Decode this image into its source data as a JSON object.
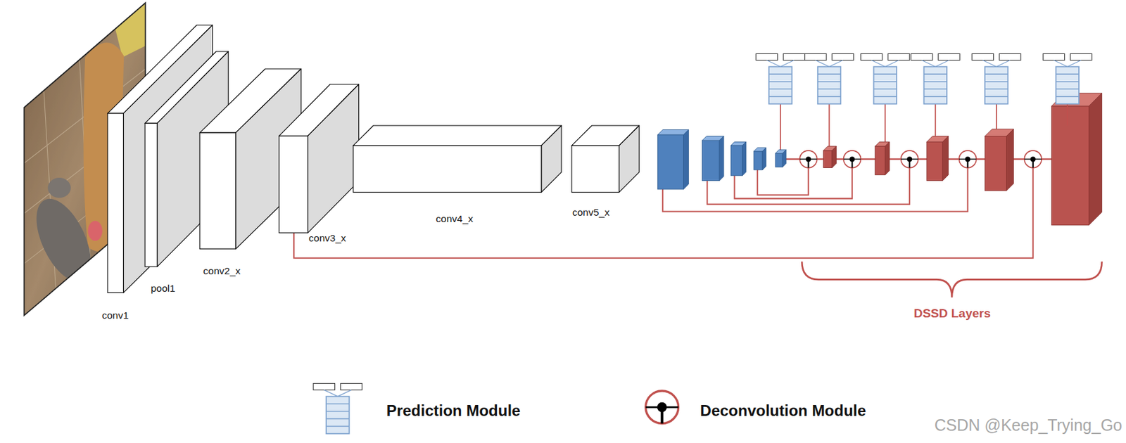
{
  "diagram": {
    "nodes": [
      {
        "text": [
          "conv1"
        ]
      },
      {
        "text": [
          "pool1"
        ]
      },
      {
        "text": [
          "conv2_x"
        ]
      },
      {
        "text": [
          "conv3_x"
        ]
      },
      {
        "text": [
          "conv4_x"
        ]
      },
      {
        "text": [
          "conv5_x"
        ]
      }
    ],
    "labels": [
      "DSSD Layers",
      "CSDN @Keep_Trying_Go"
    ],
    "legend": [
      {
        "text": "Prediction Module"
      },
      {
        "text": "Deconvolution Module"
      }
    ]
  }
}
